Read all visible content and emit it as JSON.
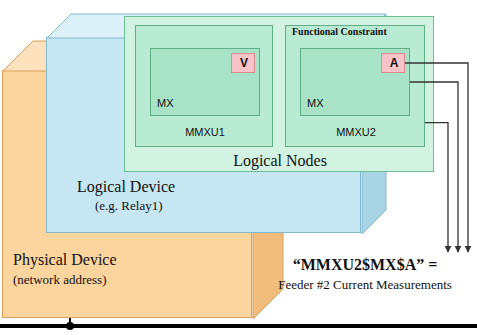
{
  "diagram": {
    "nodes": [
      {
        "text": [
          "Physical Device",
          "(network address)"
        ]
      },
      {
        "text": [
          "Logical Device",
          "(e.g. Relay1)"
        ],
        "in": 0
      },
      {
        "text": [
          "Logical Nodes"
        ],
        "in": 1
      },
      {
        "text": [
          "MMXU1"
        ],
        "in": 2
      },
      {
        "text": [
          "MMXU2"
        ],
        "in": 2
      },
      {
        "text": [
          "MX"
        ],
        "in": 3
      },
      {
        "text": [
          "MX"
        ],
        "in": 4
      },
      {
        "text": [
          "V"
        ],
        "in": 5
      },
      {
        "text": [
          "A"
        ],
        "in": 6
      },
      {
        "text": [
          "“MMXU2$MX$A” =",
          "Feeder #2 Current Measurements"
        ]
      }
    ],
    "edges": [
      {
        "from": 8,
        "to": 9,
        "arrow": "to"
      },
      {
        "from": 6,
        "to": 9,
        "arrow": "to"
      },
      {
        "from": 4,
        "to": 9,
        "arrow": "to"
      }
    ],
    "labels": [
      "Functional Constraint"
    ]
  }
}
